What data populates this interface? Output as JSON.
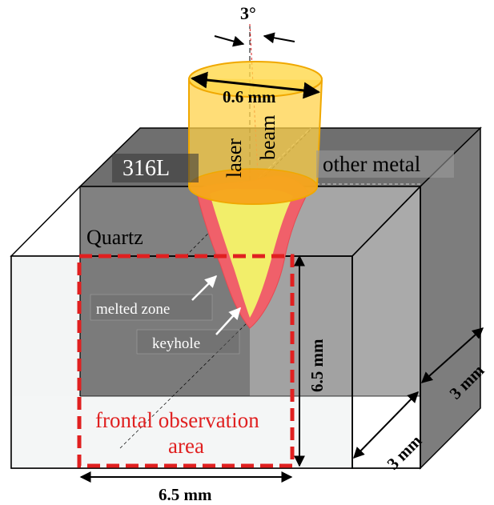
{
  "labels": {
    "angle": "3°",
    "beam_diameter": "0.6 mm",
    "laser": "laser",
    "beam": "beam",
    "material_left": "316L",
    "material_right": "other metal",
    "window": "Quartz",
    "melted_zone": "melted zone",
    "keyhole": "keyhole",
    "height": "6.5 mm",
    "width": "6.5 mm",
    "observation_line1": "frontal observation",
    "observation_line2": "area",
    "depth_front": "3 mm",
    "depth_side": "3 mm"
  },
  "colors": {
    "beam_fill": "#ffd24a",
    "beam_stroke": "#f0a800",
    "melt_zone": "#f0606a",
    "keyhole": "#f2ee6a",
    "observation": "#e02020",
    "metal_dark": "#5e5e5e",
    "metal_mid": "#8a8a8a",
    "quartz": "#f1f3f3"
  }
}
